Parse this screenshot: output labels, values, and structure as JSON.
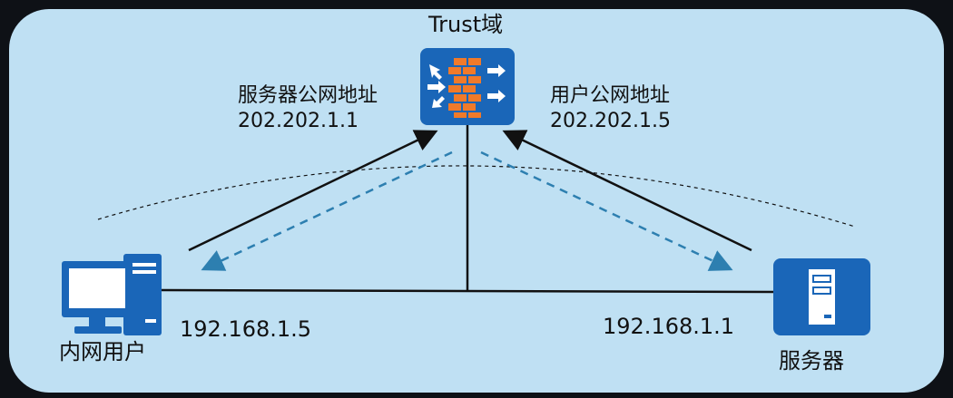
{
  "firewall": {
    "zone_label": "Trust域",
    "icon": "firewall-icon"
  },
  "left_nat": {
    "title": "服务器公网地址",
    "ip": "202.202.1.1"
  },
  "right_nat": {
    "title": "用户公网地址",
    "ip": "202.202.1.5"
  },
  "client": {
    "label": "内网用户",
    "ip": "192.168.1.5",
    "icon": "desktop-pc-icon"
  },
  "server": {
    "label": "服务器",
    "ip": "192.168.1.1",
    "icon": "server-icon"
  },
  "colors": {
    "panel": "#bfe0f3",
    "device": "#1a66b8",
    "firewall_brick": "#f07a2a",
    "dashed_arrow": "#2d7fb0"
  }
}
